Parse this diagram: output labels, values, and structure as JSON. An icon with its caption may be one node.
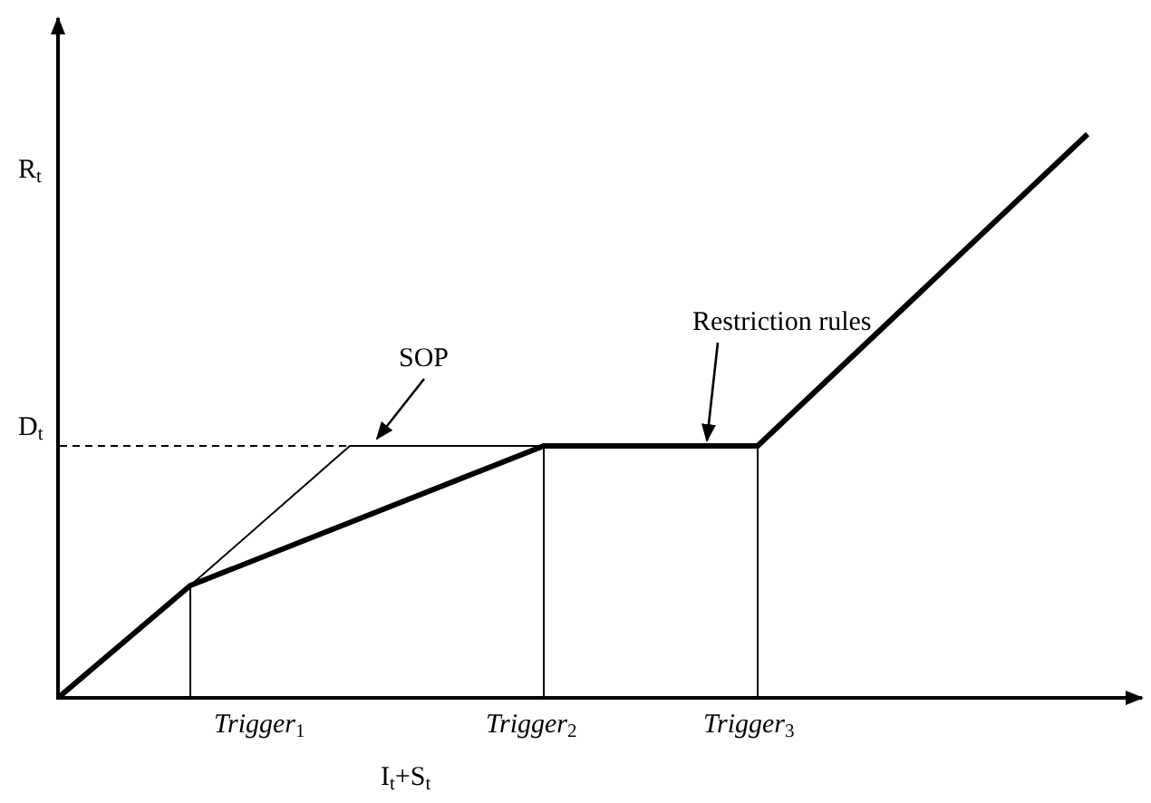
{
  "diagram": {
    "nodes": [
      {
        "text": [
          "SOP"
        ]
      },
      {
        "text": [
          "Restriction rules"
        ]
      }
    ],
    "edges": [
      {
        "from": 0,
        "to": null,
        "arrow": "to"
      },
      {
        "from": 1,
        "to": null,
        "arrow": "to"
      }
    ],
    "labels": [
      "R$_{t}$",
      "D$_{t}$",
      "*Trigger*$_{1}$",
      "*Trigger*$_{2}$",
      "*Trigger*$_{3}$",
      "I$_{t}$+S$_{t}$"
    ]
  }
}
